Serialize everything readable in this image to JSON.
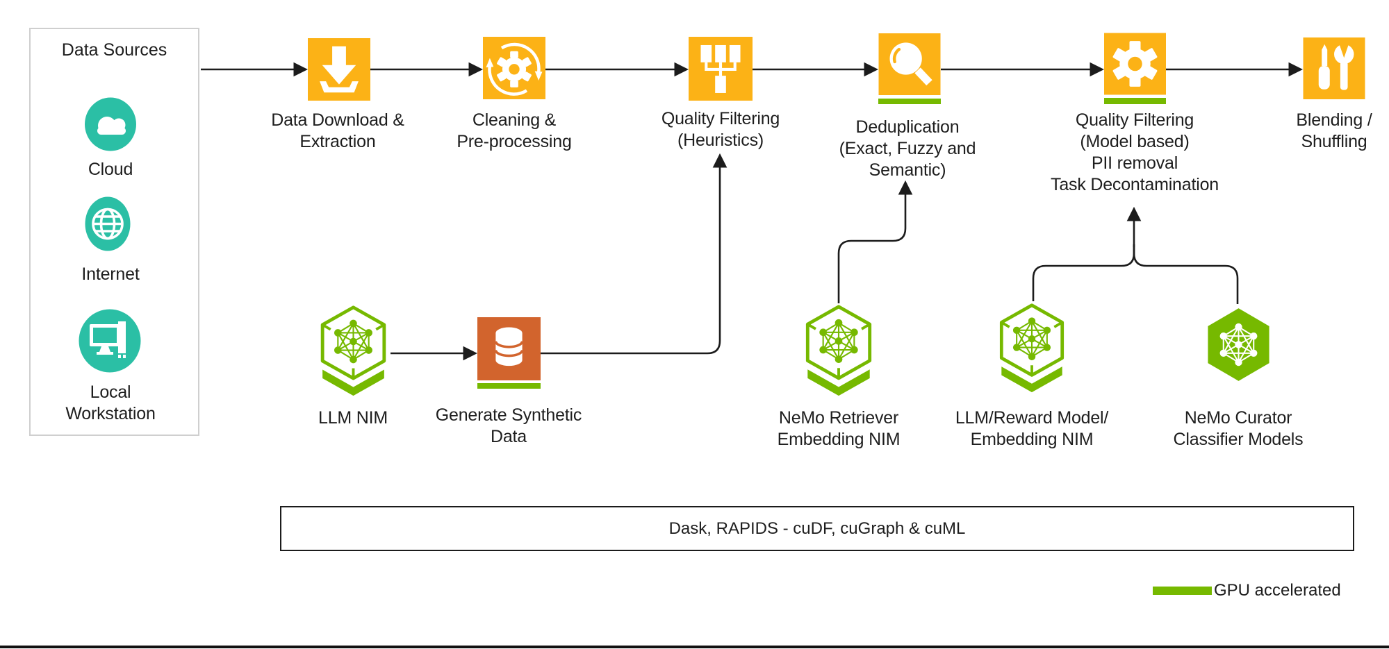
{
  "palette": {
    "amber": "#FCB216",
    "rust": "#D2642D",
    "green": "#76B900",
    "teal": "#2BBFA5",
    "line": "#1C1C1C",
    "text": "#1E1E1E"
  },
  "data_sources": {
    "title": "Data Sources",
    "items": [
      {
        "label": "Cloud",
        "icon": "cloud-icon"
      },
      {
        "label": "Internet",
        "icon": "globe-icon"
      },
      {
        "label": "Local\nWorkstation",
        "icon": "workstation-icon"
      }
    ]
  },
  "pipeline": {
    "steps": [
      {
        "label": "Data Download &\nExtraction",
        "icon": "download-icon",
        "gpu": false
      },
      {
        "label": "Cleaning &\nPre-processing",
        "icon": "process-icon",
        "gpu": false
      },
      {
        "label": "Quality Filtering\n(Heuristics)",
        "icon": "filter-tree-icon",
        "gpu": false
      },
      {
        "label": "Deduplication\n(Exact, Fuzzy and\nSemantic)",
        "icon": "magnifier-icon",
        "gpu": true
      },
      {
        "label": "Quality Filtering\n(Model based)\nPII removal\nTask Decontamination",
        "icon": "gear-icon",
        "gpu": true
      },
      {
        "label": "Blending /\nShuffling",
        "icon": "tools-icon",
        "gpu": false
      }
    ]
  },
  "resources": {
    "items": [
      {
        "label": "LLM NIM",
        "icon": "nim-hexagon-icon"
      },
      {
        "label": "Generate Synthetic\nData",
        "icon": "database-icon",
        "gpu": true
      },
      {
        "label": "NeMo Retriever\nEmbedding NIM",
        "icon": "nim-hexagon-icon"
      },
      {
        "label": "LLM/Reward Model/\nEmbedding NIM",
        "icon": "nim-hexagon-icon"
      },
      {
        "label": "NeMo Curator\nClassifier Models",
        "icon": "solid-hexagon-icon"
      }
    ]
  },
  "framework_bar": {
    "label": "Dask, RAPIDS - cuDF, cuGraph & cuML"
  },
  "legend": {
    "label": "GPU accelerated",
    "swatch_color": "#76B900"
  }
}
